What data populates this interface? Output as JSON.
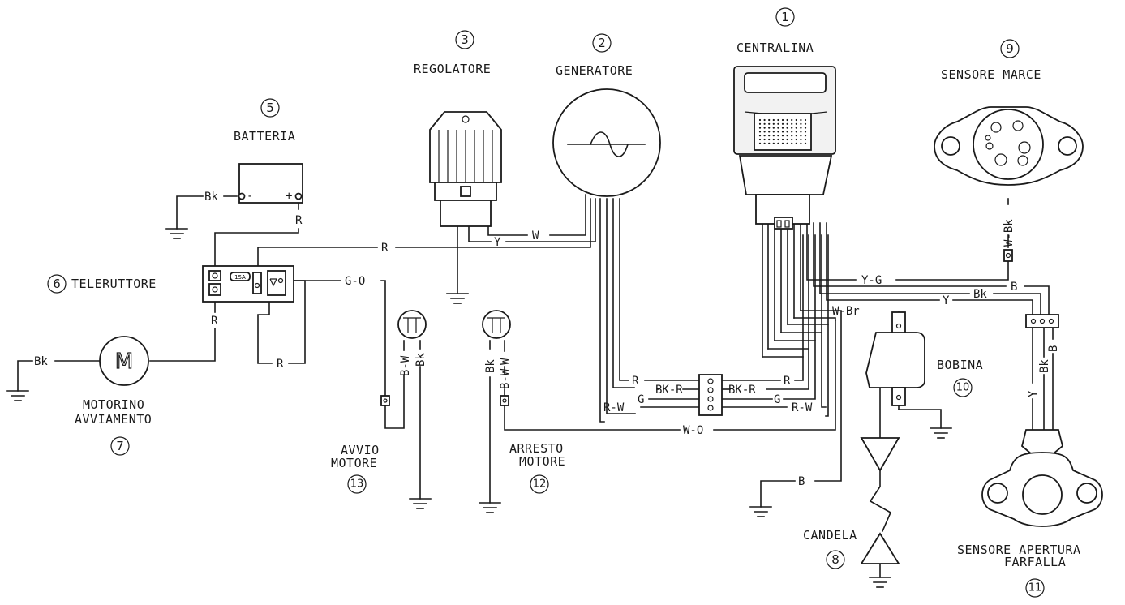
{
  "components": {
    "ecu": {
      "num": "1",
      "label": "CENTRALINA"
    },
    "generator": {
      "num": "2",
      "label": "GENERATORE"
    },
    "regulator": {
      "num": "3",
      "label": "REGOLATORE"
    },
    "battery": {
      "num": "5",
      "label": "BATTERIA",
      "neg": "-",
      "pos": "+"
    },
    "relay": {
      "num": "6",
      "label": "TELERUTTORE",
      "fuse": "15A"
    },
    "starter": {
      "num": "7",
      "label_line1": "MOTORINO",
      "label_line2": "AVVIAMENTO",
      "symbol": "M"
    },
    "spark_plug": {
      "num": "8",
      "label": "CANDELA"
    },
    "gear_sensor": {
      "num": "9",
      "label": "SENSORE MARCE"
    },
    "coil": {
      "num": "10",
      "label": "BOBINA"
    },
    "throttle_sensor": {
      "num": "11",
      "label_line1": "SENSORE APERTURA",
      "label_line2": "FARFALLA"
    },
    "stop_switch": {
      "num": "12",
      "label_line1": "ARRESTO",
      "label_line2": "MOTORE"
    },
    "start_button": {
      "num": "13",
      "label_line1": "AVVIO",
      "label_line2": "MOTORE"
    }
  },
  "wires": {
    "bat_gnd": "Bk",
    "bat_pos": "R",
    "relay_down": "R",
    "main_r": "R",
    "reg_y": "Y",
    "reg_w": "W",
    "relay_go": "G-O",
    "relay_loop": "R",
    "starter_gnd": "Bk",
    "start_bw": "B-W",
    "start_bk": "Bk",
    "stop_bk": "Bk",
    "stop_w": "W",
    "stop_bw": "B-W",
    "conn_r_left": "R",
    "conn_bkr_left": "BK-R",
    "conn_g_left": "G",
    "conn_rw_left": "R-W",
    "conn_bkr_right": "BK-R",
    "conn_r_right": "R",
    "conn_g_right": "G",
    "conn_rw_right": "R-W",
    "wo": "W-O",
    "wbr": "W-Br",
    "ecu_b_gnd": "B",
    "yg": "Y-G",
    "b": "B",
    "bk": "Bk",
    "y": "Y",
    "gear_wbk": "W-Bk",
    "tps_y": "Y",
    "tps_bk": "Bk",
    "tps_b": "B"
  }
}
